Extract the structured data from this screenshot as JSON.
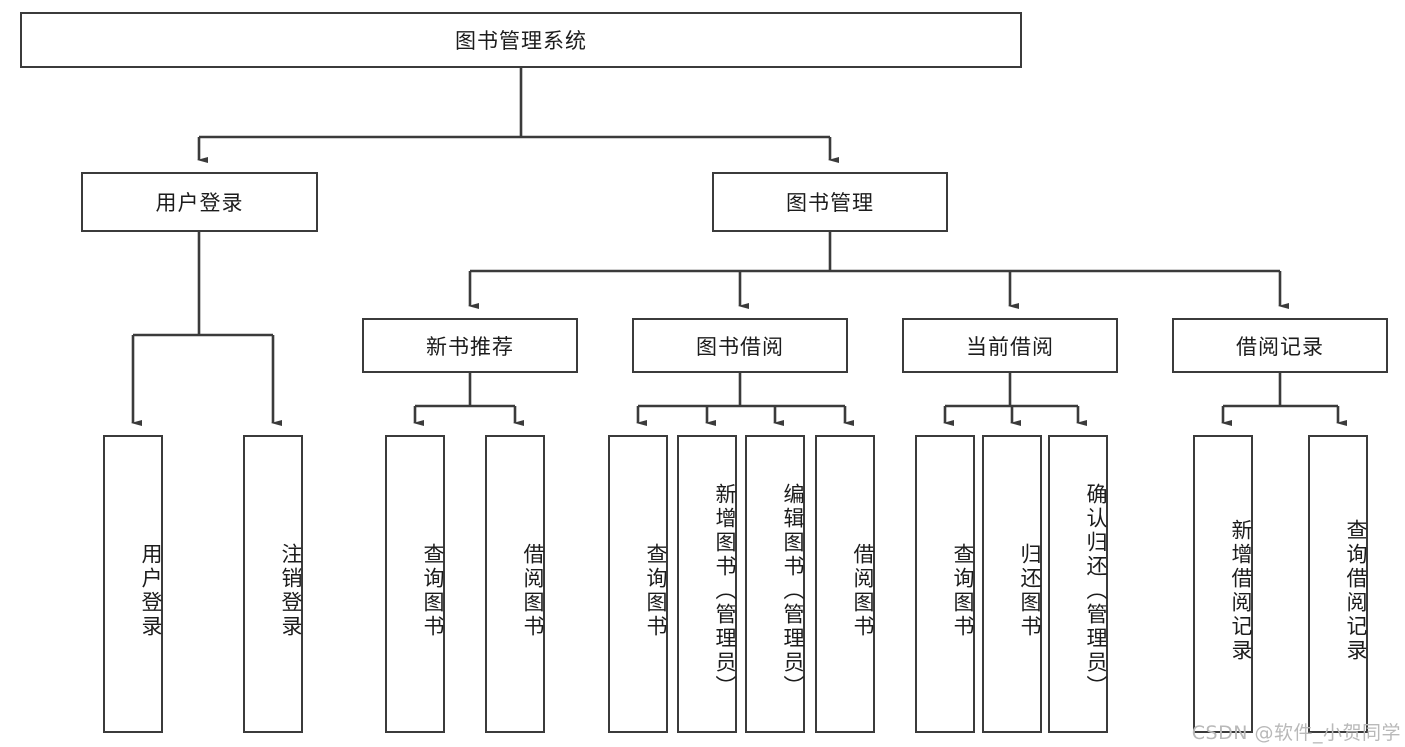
{
  "diagram": {
    "title": "图书管理系统",
    "watermark": "CSDN @软件_小贺同学",
    "colors": {
      "stroke": "#3b3b3b",
      "text": "#1c1c1c",
      "background": "#ffffff",
      "watermark": "#b9b9b9"
    },
    "levels": {
      "root": {
        "label": "图书管理系统"
      },
      "level2": [
        {
          "label": "用户登录"
        },
        {
          "label": "图书管理"
        }
      ],
      "level3": [
        {
          "label": "新书推荐"
        },
        {
          "label": "图书借阅"
        },
        {
          "label": "当前借阅"
        },
        {
          "label": "借阅记录"
        }
      ],
      "leaves": {
        "user_login": [
          {
            "label": "用户登录"
          },
          {
            "label": "注销登录"
          }
        ],
        "new_book": [
          {
            "label": "查询图书"
          },
          {
            "label": "借阅图书"
          }
        ],
        "borrow_book": [
          {
            "label": "查询图书"
          },
          {
            "label": "新增图书（管理员）"
          },
          {
            "label": "编辑图书（管理员）"
          },
          {
            "label": "借阅图书"
          }
        ],
        "current_borrow": [
          {
            "label": "查询图书"
          },
          {
            "label": "归还图书"
          },
          {
            "label": "确认归还（管理员）"
          }
        ],
        "borrow_record": [
          {
            "label": "新增借阅记录"
          },
          {
            "label": "查询借阅记录"
          }
        ]
      }
    }
  }
}
